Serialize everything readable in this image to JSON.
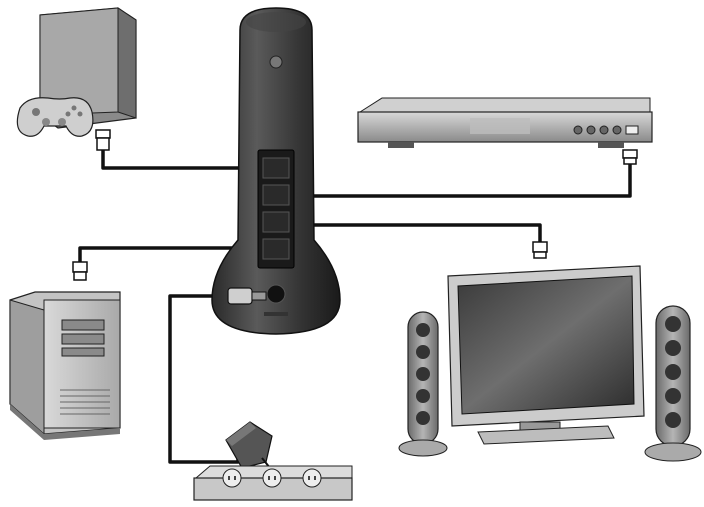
{
  "title": "",
  "devices": {
    "router": {
      "name": "router",
      "ports": 4
    },
    "game_console": {
      "name": "game-console"
    },
    "media_player": {
      "name": "media-player"
    },
    "desktop_pc": {
      "name": "desktop-pc"
    },
    "television": {
      "name": "flat-screen-tv"
    },
    "speakers": {
      "count": 2
    },
    "power_strip": {
      "outlets": 3
    }
  },
  "colors": {
    "router_body": "#3a3a3a",
    "router_dark": "#1e1e1e",
    "device_gray": "#9a9a9a",
    "device_light": "#cfcfcf",
    "cable": "#111111",
    "screen": "#5a5a5a"
  }
}
